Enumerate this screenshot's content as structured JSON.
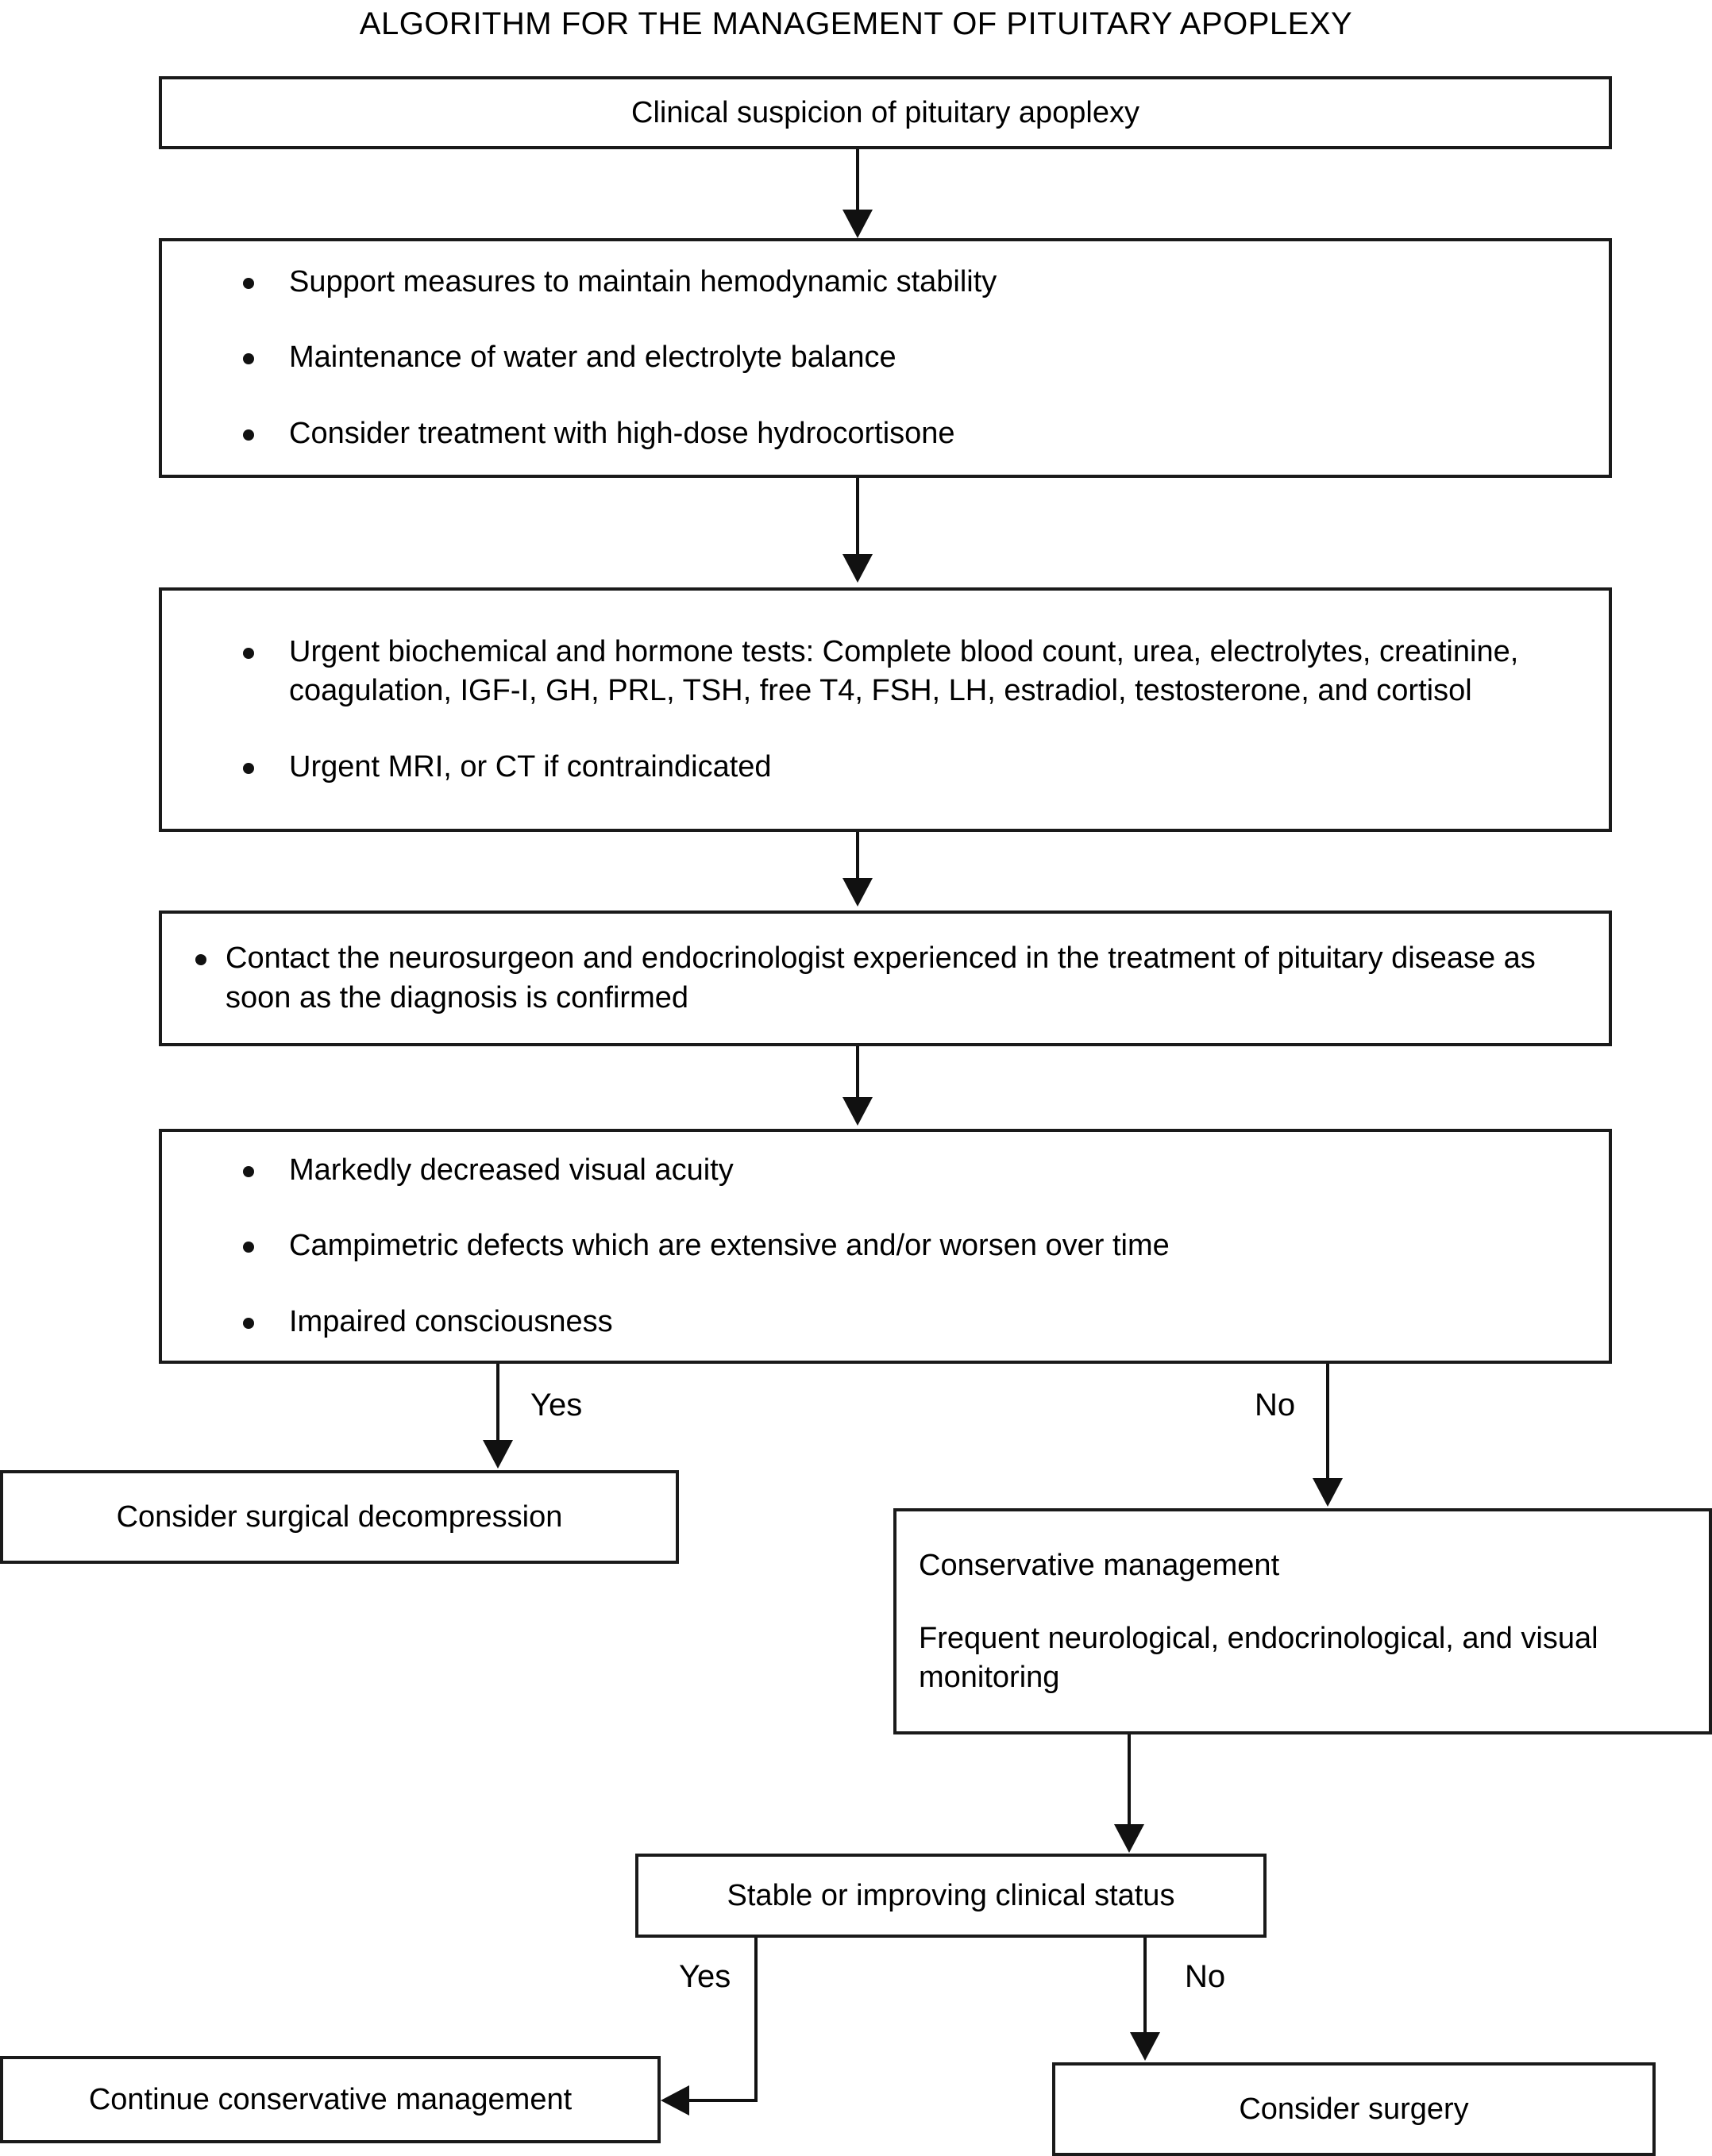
{
  "title": "ALGORITHM FOR THE MANAGEMENT OF PITUITARY APOPLEXY",
  "nodes": {
    "suspicion": {
      "text": "Clinical suspicion of pituitary apoplexy"
    },
    "support": {
      "bullets": [
        "Support measures to maintain hemodynamic stability",
        "Maintenance of water and electrolyte balance",
        "Consider treatment with high-dose hydrocortisone"
      ]
    },
    "tests": {
      "bullets": [
        "Urgent biochemical and hormone tests: Complete blood count, urea, electrolytes, creatinine, coagulation, IGF-I, GH, PRL, TSH, free T4, FSH, LH, estradiol, testosterone, and cortisol",
        "Urgent MRI, or CT if contraindicated"
      ]
    },
    "contact": {
      "bullets": [
        "Contact the neurosurgeon and endocrinologist experienced in the treatment of pituitary disease as soon as the diagnosis is confirmed"
      ]
    },
    "severity": {
      "bullets": [
        "Markedly decreased visual acuity",
        "Campimetric defects which are extensive and/or worsen over time",
        "Impaired consciousness"
      ]
    },
    "decompression": {
      "text": "Consider surgical decompression"
    },
    "conservative": {
      "line1": "Conservative management",
      "line2": "Frequent neurological, endocrinological, and visual monitoring"
    },
    "stable": {
      "text": "Stable or improving clinical status"
    },
    "continue_conservative": {
      "text": "Continue conservative management"
    },
    "consider_surgery": {
      "text": "Consider surgery"
    }
  },
  "edge_labels": {
    "severity_yes": "Yes",
    "severity_no": "No",
    "stable_yes": "Yes",
    "stable_no": "No"
  },
  "colors": {
    "stroke": "#1a1a1a",
    "background": "#ffffff",
    "text": "#000000"
  }
}
